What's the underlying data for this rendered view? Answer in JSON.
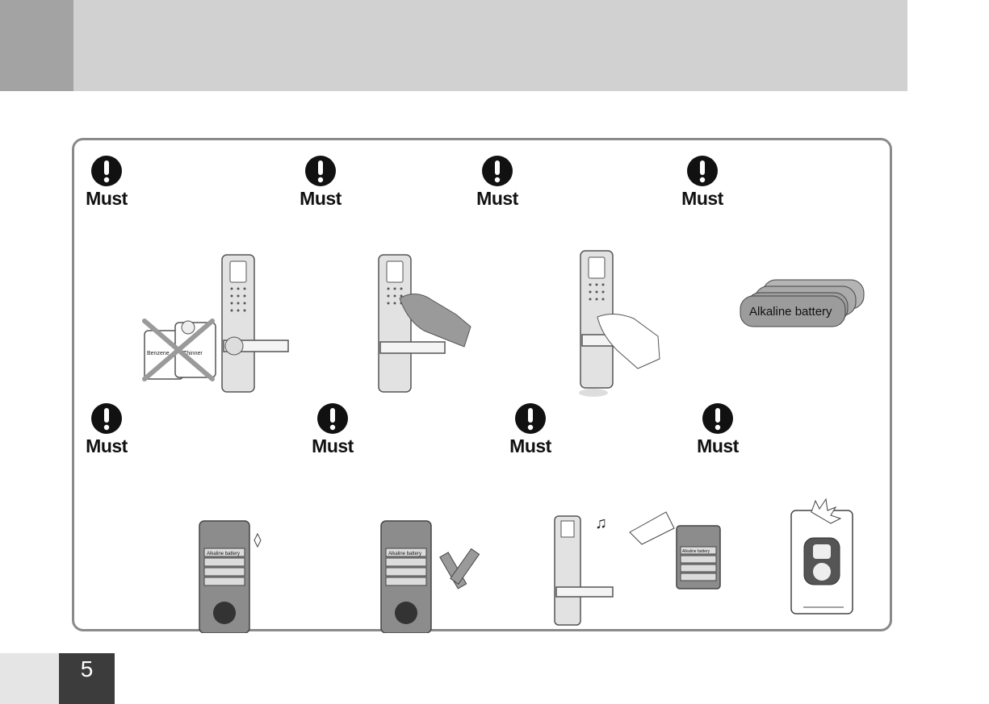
{
  "header": {
    "title": ""
  },
  "must_label": "Must",
  "row1": [
    {
      "label": "Must",
      "icon": "exclamation-icon",
      "illustration": "cleaning-solvents-prohibited",
      "texts": [
        "Benzene",
        "Thinner"
      ]
    },
    {
      "label": "Must",
      "icon": "exclamation-icon",
      "illustration": "keypad-touch"
    },
    {
      "label": "Must",
      "icon": "exclamation-icon",
      "illustration": "wet-hand-keypad"
    },
    {
      "label": "Must",
      "icon": "exclamation-icon",
      "illustration": "alkaline-batteries",
      "texts": [
        "Alkaline battery"
      ]
    }
  ],
  "row2": [
    {
      "label": "Must",
      "icon": "exclamation-icon",
      "illustration": "battery-compartment",
      "texts": [
        "Alkaline battery"
      ]
    },
    {
      "label": "Must",
      "icon": "exclamation-icon",
      "illustration": "battery-compartment-tools",
      "texts": [
        "Alkaline battery"
      ]
    },
    {
      "label": "Must",
      "icon": "exclamation-icon",
      "illustration": "low-battery-sound",
      "texts": [
        "Alkaline battery"
      ]
    },
    {
      "label": "Must",
      "icon": "exclamation-icon",
      "illustration": "remote-control-damage"
    }
  ],
  "footer": {
    "page_number": "5"
  },
  "colors": {
    "header_dark": "#a3a3a3",
    "header_light": "#d1d1d1",
    "panel_border": "#8a8a8a",
    "footer_dark": "#3c3c3c"
  }
}
